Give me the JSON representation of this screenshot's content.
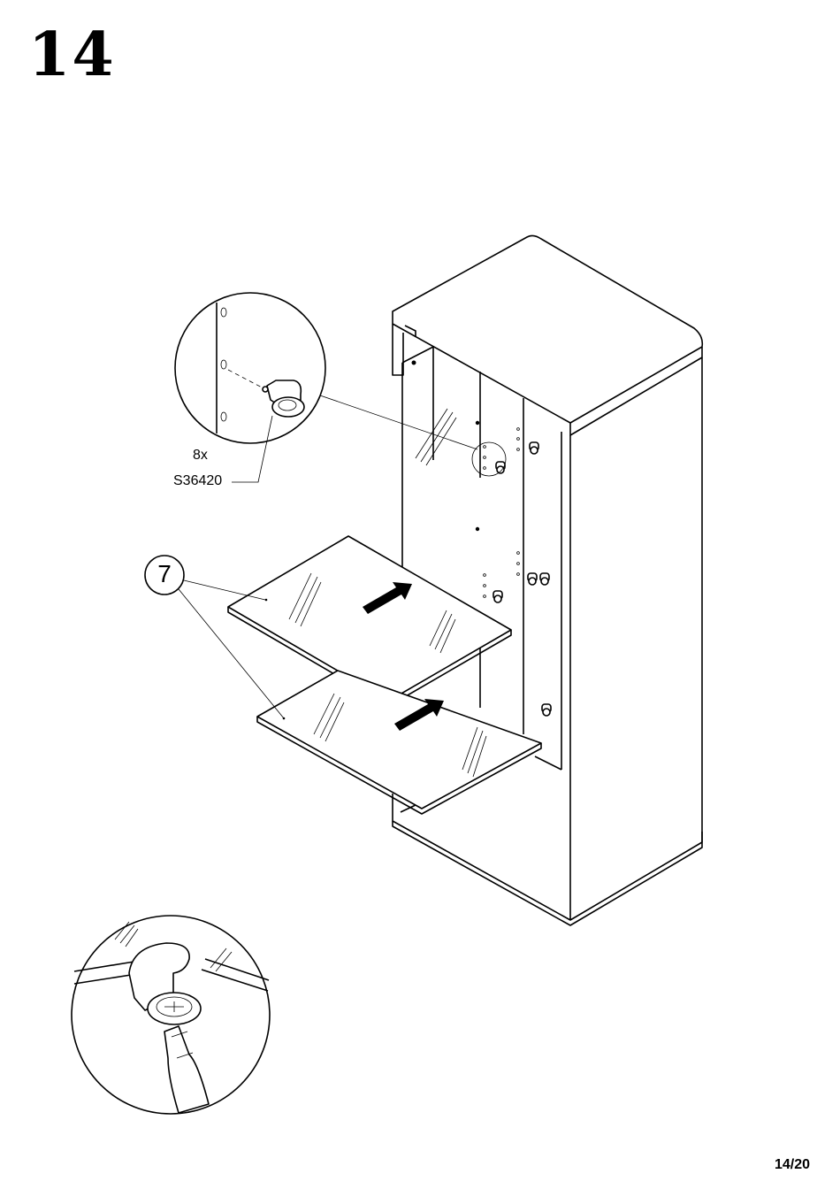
{
  "step": {
    "number": "14"
  },
  "hardware": {
    "quantity": "8x",
    "code": "S36420"
  },
  "part": {
    "number": "7"
  },
  "page": {
    "counter": "14/20"
  },
  "icons": [
    "shelf-support-detail-icon",
    "screwdriver-detail-icon",
    "insert-direction-arrow-icon"
  ]
}
